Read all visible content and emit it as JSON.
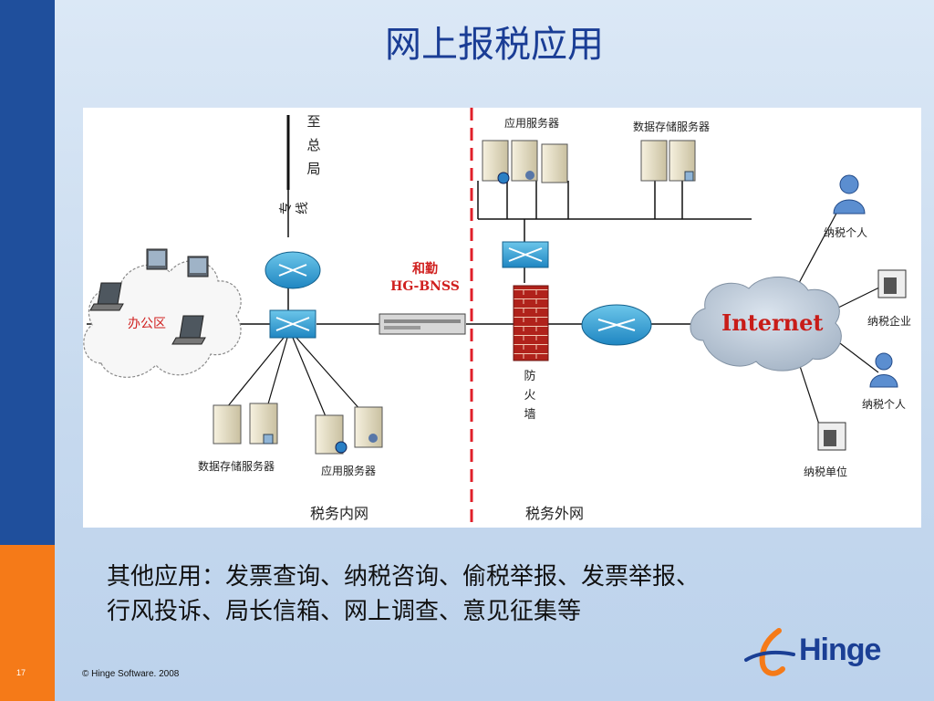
{
  "slide": {
    "title": "网上报税应用",
    "number": "17",
    "copyright": "© Hinge Software. 2008",
    "logo_text": "Hinge",
    "bottom_line1": "其他应用：发票查询、纳税咨询、偷税举报、发票举报、",
    "bottom_line2": "行风投诉、局长信箱、网上调查、意见征集等"
  },
  "diagram": {
    "hq_label": "至总局",
    "dedicated_line": "专线",
    "office_area": "办公区",
    "device_brand": "和勤",
    "device_model": "HG-BNSS",
    "firewall": "防火墙",
    "internet": "Internet",
    "inner_data_servers": "数据存储服务器",
    "inner_app_servers": "应用服务器",
    "outer_app_servers": "应用服务器",
    "outer_data_servers": "数据存储服务器",
    "inner_network": "税务内网",
    "outer_network": "税务外网",
    "clients": {
      "person1": "纳税个人",
      "enterprise": "纳税企业",
      "person2": "纳税个人",
      "unit": "纳税单位"
    }
  },
  "colors": {
    "blue_bar": "#1f4f9c",
    "orange_bar": "#f57a18",
    "title": "#1a3d95",
    "red_accent": "#d0201f"
  }
}
